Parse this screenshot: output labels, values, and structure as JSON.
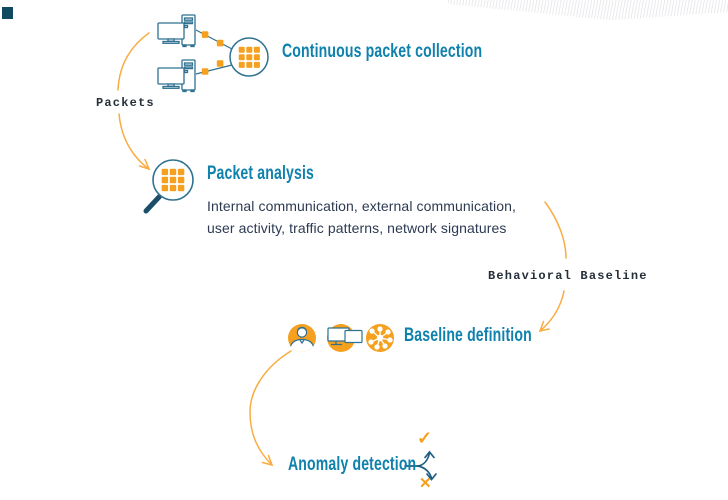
{
  "palette": {
    "heading_teal": "#0f81ad",
    "icon_outline_teal": "#2f7191",
    "dark_teal": "#1b4f68",
    "orange": "#f5a01e",
    "arrow_orange": "#f8ac42",
    "body_text": "#2c3a52",
    "mono_label_text": "#252f3a"
  },
  "diagram": {
    "step1": {
      "title": "Continuous packet collection"
    },
    "packets_label": "Packets",
    "step2": {
      "title": "Packet analysis",
      "description_line1": "Internal communication, external communication,",
      "description_line2": "user activity, traffic patterns, network signatures"
    },
    "behavioral_baseline_label": "Behavioral Baseline",
    "step3": {
      "title": "Baseline definition"
    },
    "step4": {
      "title": "Anomaly detection"
    },
    "outcomes": {
      "positive_icon": "✓",
      "negative_icon": "✕"
    }
  },
  "icons": {
    "collection_node": "packet-grid-icon",
    "analysis_node": "magnifier-grid-icon",
    "baseline_icons": [
      "person-icon",
      "devices-icon",
      "network-hub-icon"
    ],
    "outcome_icons": [
      "check-icon",
      "cross-icon"
    ]
  }
}
